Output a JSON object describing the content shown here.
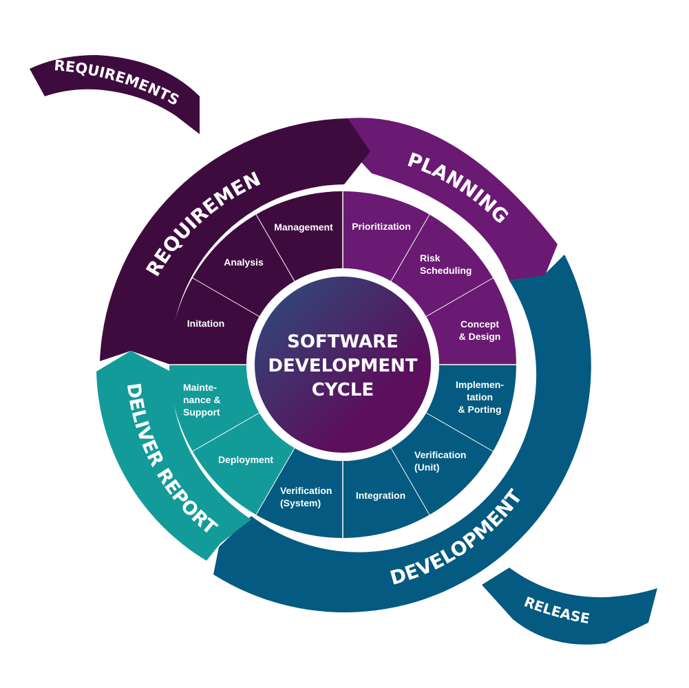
{
  "colors": {
    "requirements": "#3e0b3f",
    "planning": "#6a1a72",
    "development": "#045a80",
    "deliver": "#139b9a",
    "center_start": "#2c4f7c",
    "center_end": "#5b0f5c",
    "divider": "#ffffff"
  },
  "outer_arrows": {
    "requirements": "REQUIREMENTS",
    "release": "RELEASE"
  },
  "phases": {
    "requirements": "REQUIREMENTS",
    "planning": "PLANNING",
    "development": "DEVELOPMENT",
    "deliver": "DELIVER REPORT"
  },
  "center": {
    "line1": "SOFTWARE",
    "line2": "DEVELOPMENT",
    "line3": "CYCLE"
  },
  "segments": {
    "management": [
      "Management"
    ],
    "prioritization": [
      "Prioritization"
    ],
    "risk_scheduling": [
      "Risk",
      "Scheduling"
    ],
    "concept_design": [
      "Concept",
      "& Design"
    ],
    "implementation": [
      "Implemen-",
      "tation",
      "& Porting"
    ],
    "verification_unit": [
      "Verification",
      "(Unit)"
    ],
    "integration": [
      "Integration"
    ],
    "verification_system": [
      "Verification",
      "(System)"
    ],
    "deployment": [
      "Deployment"
    ],
    "maintenance": [
      "Mainte-",
      "nance &",
      "Support"
    ],
    "initiation": [
      "Initation"
    ],
    "analysis": [
      "Analysis"
    ]
  }
}
